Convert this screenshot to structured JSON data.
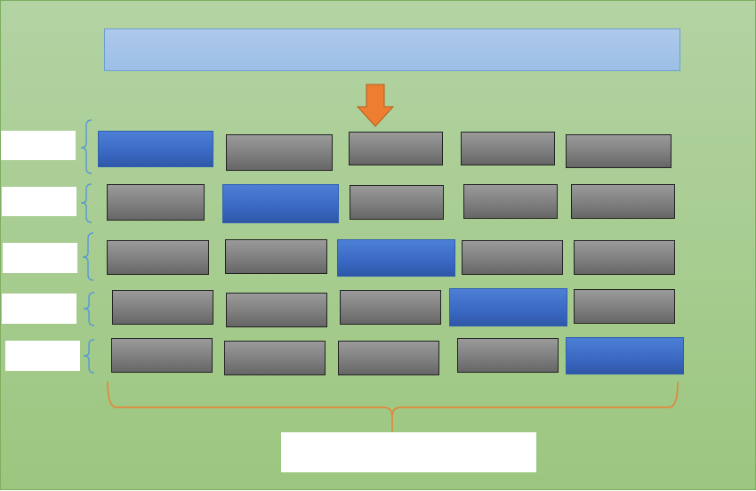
{
  "header": {
    "text": ""
  },
  "rows": [
    {
      "label": "",
      "highlight_index": 0
    },
    {
      "label": "",
      "highlight_index": 1
    },
    {
      "label": "",
      "highlight_index": 2
    },
    {
      "label": "",
      "highlight_index": 3
    },
    {
      "label": "",
      "highlight_index": 4
    }
  ],
  "footer": {
    "text": ""
  },
  "colors": {
    "background": "#a8cd90",
    "header_fill": "#a6c4e8",
    "cell_fill": "#808080",
    "highlight_fill": "#3d6cc4",
    "arrow_fill": "#ed7d31",
    "row_bracket": "#5b9bd5",
    "bottom_bracket": "#ed7d31"
  },
  "icons": {
    "arrow": "down-arrow-icon"
  }
}
